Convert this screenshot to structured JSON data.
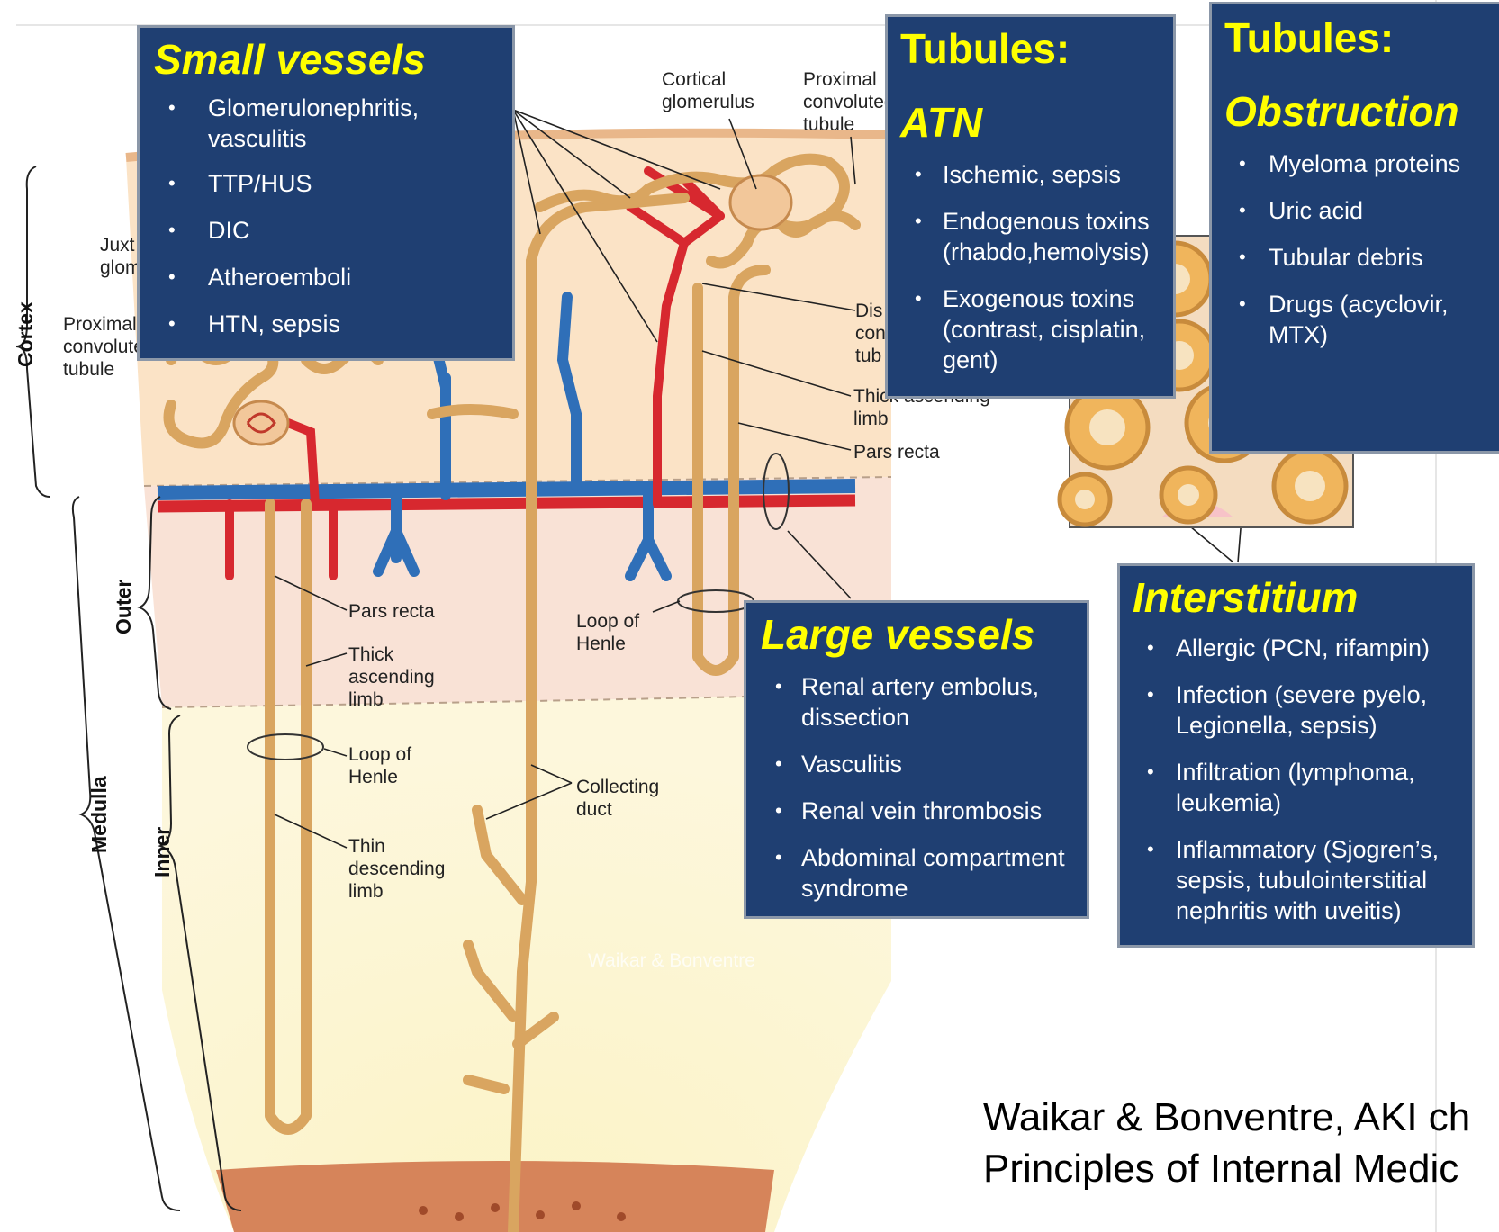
{
  "boxes": {
    "small_vessels": {
      "title": "Small vessels",
      "items": [
        "Glomerulonephritis, vasculitis",
        "TTP/HUS",
        "DIC",
        "Atheroemboli",
        "HTN, sepsis"
      ]
    },
    "atn": {
      "title_line1": "Tubules:",
      "title_line2": "ATN",
      "items": [
        "Ischemic, sepsis",
        "Endogenous toxins (rhabdo,hemolysis)",
        "Exogenous toxins (contrast, cisplatin, gent)"
      ]
    },
    "obstruction": {
      "title_line1": "Tubules:",
      "title_line2": "Obstruction",
      "items": [
        "Myeloma proteins",
        "Uric acid",
        "Tubular debris",
        "Drugs (acyclovir, MTX)"
      ]
    },
    "large_vessels": {
      "title": "Large vessels",
      "items": [
        "Renal artery embolus, dissection",
        "Vasculitis",
        "Renal vein thrombosis",
        "Abdominal compartment syndrome"
      ]
    },
    "interstitium": {
      "title": "Interstitium",
      "items": [
        "Allergic (PCN, rifampin)",
        "Infection (severe pyelo, Legionella, sepsis)",
        "Infiltration (lymphoma, leukemia)",
        "Inflammatory (Sjogren’s, sepsis, tubulointerstitial nephritis with uveitis)"
      ]
    }
  },
  "labels": {
    "cortical_glomerulus": "Cortical\nglomerulus",
    "proximal_convoluted_tubule_top": "Proximal\nconvoluted\ntubule",
    "juxtamedullary_glomerulus": "Juxt\nglom",
    "proximal_convoluted_tubule_left": "Proximal\nconvoluted\ntubule",
    "distal_convoluted_tubule": "Dis\ncon\ntub",
    "thick_ascending_limb_top": "Thick ascending\nlimb",
    "pars_recta_right": "Pars recta",
    "pars_recta_left": "Pars recta",
    "thick_ascending_limb_left": "Thick\nascending\nlimb",
    "loop_of_henle_left": "Loop of\nHenle",
    "thin_descending_limb": "Thin\ndescending\nlimb",
    "loop_of_henle_center": "Loop of\nHenle",
    "collecting_duct": "Collecting\nduct",
    "cortex": "Cortex",
    "outer": "Outer",
    "medulla": "Medulla",
    "inner": "Inner"
  },
  "watermark": "Waikar & Bonventre",
  "citation": {
    "line1": "Waikar & Bonventre, AKI ch",
    "line2": "Principles of Internal Medic"
  },
  "colors": {
    "box_fill": "#1f3f72",
    "box_title": "#ffff00",
    "artery": "#d7282f",
    "vein": "#2f6fb8",
    "tubule": "#d9a560"
  }
}
